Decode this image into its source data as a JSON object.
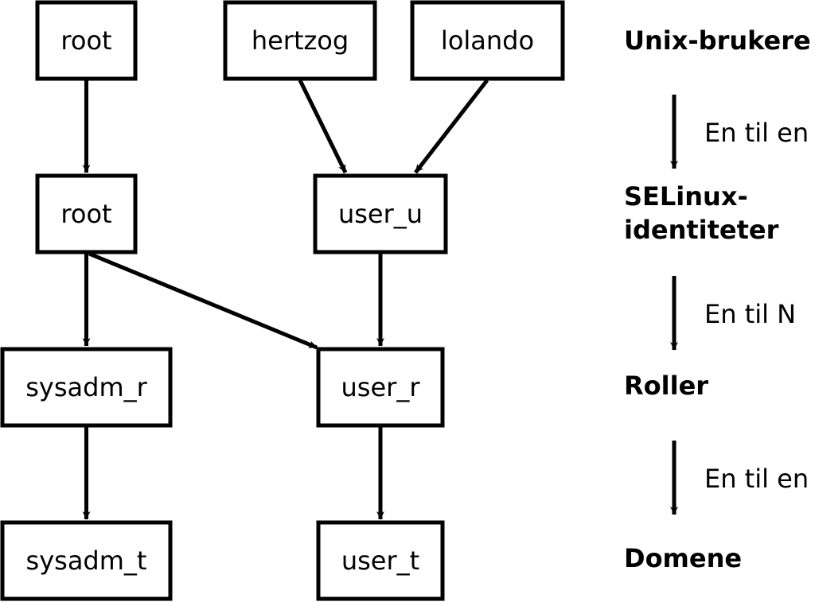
{
  "nodes": {
    "unix_root": "root",
    "unix_hertzog": "hertzog",
    "unix_lolando": "lolando",
    "se_root": "root",
    "se_user_u": "user_u",
    "role_sysadm_r": "sysadm_r",
    "role_user_r": "user_r",
    "dom_sysadm_t": "sysadm_t",
    "dom_user_t": "user_t"
  },
  "levels": {
    "unix_users": "Unix-brukere",
    "selinux_line1": "SELinux-",
    "selinux_line2": "identiteter",
    "roles": "Roller",
    "domains": "Domene"
  },
  "relations": {
    "unix_to_selinux": "En til en",
    "selinux_to_roles": "En til N",
    "roles_to_domains": "En til en"
  }
}
